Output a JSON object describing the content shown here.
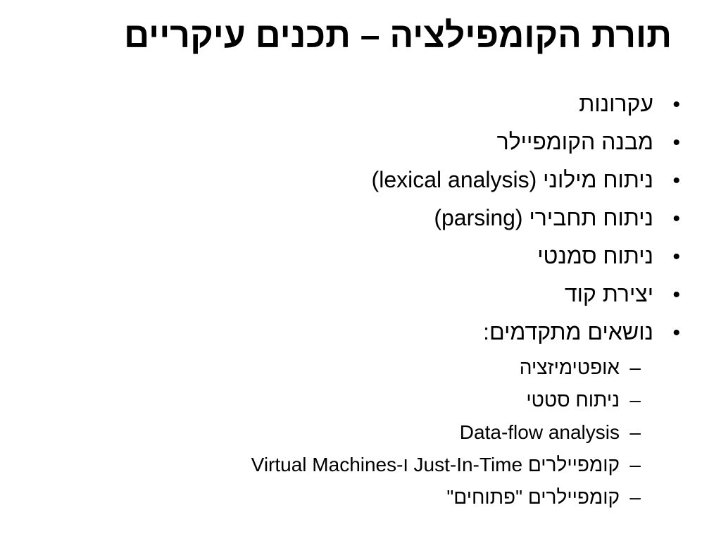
{
  "slide": {
    "title": "תורת הקומפילציה – תכנים עיקריים",
    "bullet_symbol": "•",
    "sub_bullet_symbol": "–",
    "items": [
      {
        "text": "עקרונות"
      },
      {
        "text": "מבנה הקומפיילר"
      },
      {
        "text": "ניתוח מילוני (lexical analysis)"
      },
      {
        "text": "ניתוח תחבירי (parsing)"
      },
      {
        "text": "ניתוח סמנטי"
      },
      {
        "text": "יצירת קוד"
      },
      {
        "text": "נושאים מתקדמים:"
      }
    ],
    "sub_items": [
      {
        "text": "אופטימיזציה"
      },
      {
        "text": "ניתוח סטטי"
      },
      {
        "text": "Data-flow analysis"
      },
      {
        "text": "קומפיילרים Just-In-Time ו-Virtual Machines"
      },
      {
        "text": "קומפיילרים \"פתוחים\""
      }
    ]
  }
}
